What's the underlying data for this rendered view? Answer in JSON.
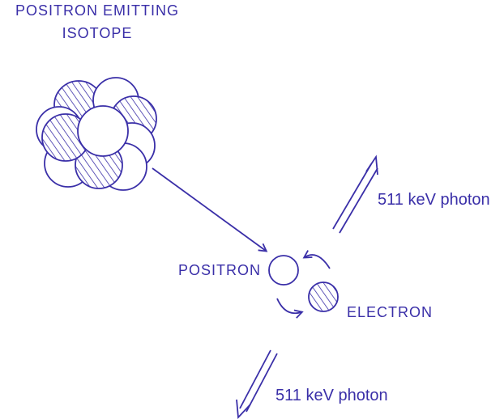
{
  "title": {
    "line1": "POSITRON EMITTING",
    "line2": "ISOTOPE"
  },
  "labels": {
    "positron": "POSITRON",
    "electron": "ELECTRON",
    "photon_upper": "511 keV photon",
    "photon_lower": "511 keV photon"
  },
  "colors": {
    "ink": "#3a2fa8",
    "background": "#ffffff"
  }
}
